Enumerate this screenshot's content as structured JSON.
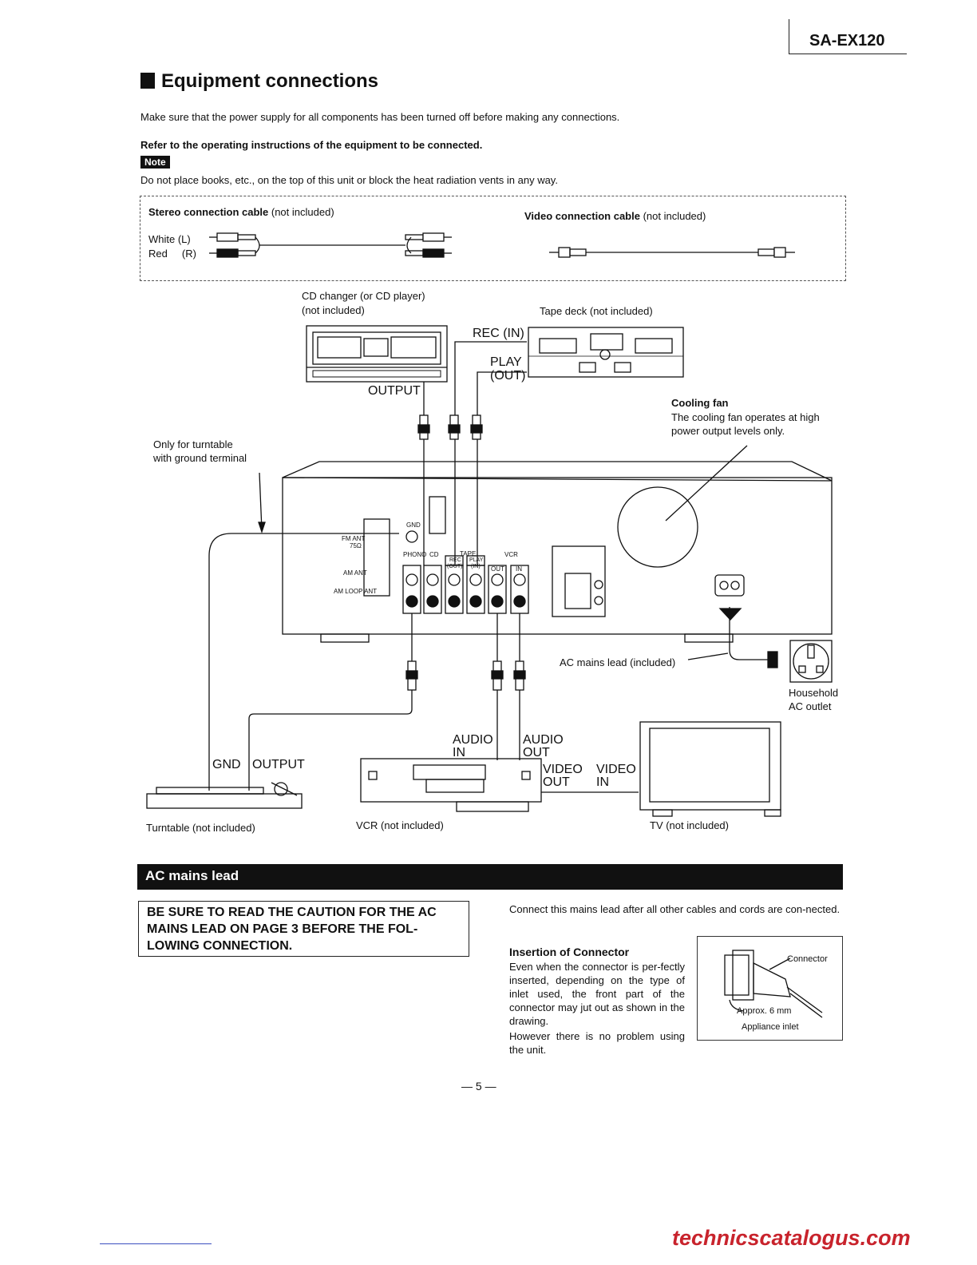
{
  "header": {
    "model": "SA-EX120"
  },
  "section1": {
    "title": "Equipment connections",
    "intro": "Make sure that the power supply for all components has been turned off before making any connections.",
    "refer": "Refer to the operating instructions of the equipment to be connected.",
    "note_label": "Note",
    "note_text": "Do not place books, etc., on the top of this unit or block the heat radiation vents in any way."
  },
  "cables": {
    "stereo_bold": "Stereo connection cable",
    "stereo_rest": " (not included)",
    "white": "White  (L)",
    "red": "Red     (R)",
    "video_bold": "Video connection cable",
    "video_rest": " (not included)"
  },
  "diagram": {
    "cd_line1": "CD changer (or CD player)",
    "cd_line2": "(not included)",
    "tape": "Tape deck (not included)",
    "rec_in": "REC (IN)",
    "play": "PLAY",
    "out_paren": "(OUT)",
    "output": "OUTPUT",
    "fan_title": "Cooling fan",
    "fan_l1": "The cooling fan operates at high",
    "fan_l2": "power output levels only.",
    "turntable_l1": "Only for turntable",
    "turntable_l2": "with ground terminal",
    "fm_ant": "FM ANT",
    "fm_ohm": "75Ω",
    "am_ant": "AM ANT",
    "am_loop": "AM LOOP ANT",
    "gnd_small": "GND",
    "phono": "PHONO",
    "cd_small": "CD",
    "tape_small": "TAPE",
    "vcr_small": "VCR",
    "rec_small": "REC",
    "out_small": "(OUT)",
    "play_small": "PLAY",
    "in_small": "(IN)",
    "out2": "OUT",
    "in2": "IN",
    "ac_lead": "AC mains lead (included)",
    "household": "Household",
    "ac_outlet": "AC outlet",
    "audio": "AUDIO",
    "in": "IN",
    "out": "OUT",
    "video": "VIDEO",
    "gnd": "GND",
    "turntable": "Turntable (not included)",
    "vcr": "VCR (not included)",
    "tv": "TV (not included)"
  },
  "section2": {
    "title": "AC mains lead",
    "caution": "BE SURE TO READ THE CAUTION FOR THE AC MAINS LEAD ON PAGE 3 BEFORE THE FOL-LOWING CONNECTION.",
    "connect_text": "Connect this mains lead after all other cables and cords are con-nected.",
    "insertion_title": "Insertion of Connector",
    "insertion_text": "Even when the connector is per-fectly inserted, depending on the type of inlet used, the front part of the connector may jut out as shown in the drawing.",
    "however": "However there is no problem using the unit.",
    "connector": "Connector",
    "approx": "Approx. 6 mm",
    "appliance_inlet": "Appliance inlet"
  },
  "page_number": "— 5 —",
  "footer": "technicscatalogus.com"
}
